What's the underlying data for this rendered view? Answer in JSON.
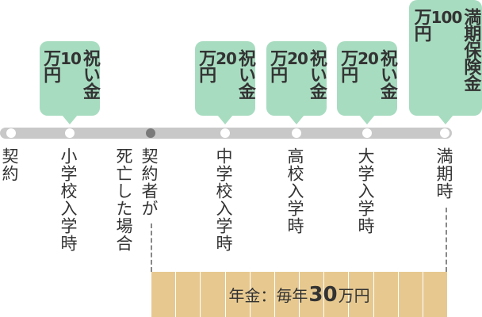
{
  "bubbles": {
    "b1": {
      "amount": "10",
      "unit": "万円",
      "title": "祝い金"
    },
    "b2": {
      "amount": "20",
      "unit": "万円",
      "title": "祝い金"
    },
    "b3": {
      "amount": "20",
      "unit": "万円",
      "title": "祝い金"
    },
    "b4": {
      "amount": "20",
      "unit": "万円",
      "title": "祝い金"
    },
    "b5": {
      "amount": "100",
      "unit": "万円",
      "title": "満期保険金"
    }
  },
  "labels": {
    "contract": "契約",
    "elementary": "小学校入学時",
    "death_a": "死亡した場合",
    "death_b": "契約者が",
    "junior": "中学校入学時",
    "high": "高校入学時",
    "university": "大学入学時",
    "maturity": "満期時"
  },
  "pension": {
    "prefix": "年金：毎年",
    "amount": "30",
    "suffix": "万円"
  },
  "colors": {
    "bubble": "#a8dcc0",
    "bar": "#c8c8c8",
    "pension": "#e7c990"
  }
}
